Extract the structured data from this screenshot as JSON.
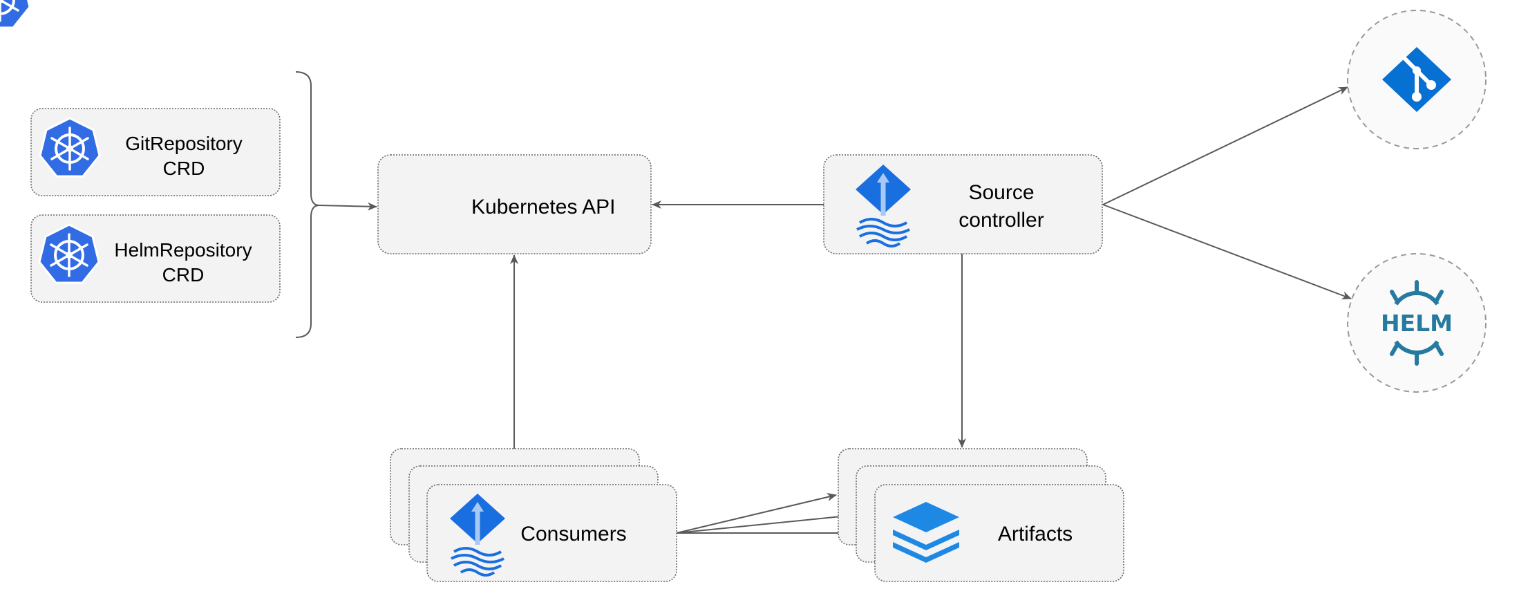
{
  "nodes": {
    "git_repository": {
      "line1": "GitRepository",
      "line2": "CRD",
      "icon": "kubernetes-icon"
    },
    "helm_repository": {
      "line1": "HelmRepository",
      "line2": "CRD",
      "icon": "kubernetes-icon"
    },
    "kubernetes_api": {
      "label": "Kubernetes API",
      "icon": "kubernetes-icon"
    },
    "source_controller": {
      "line1": "Source",
      "line2": "controller",
      "icon": "flux-icon"
    },
    "consumers": {
      "label": "Consumers",
      "icon": "flux-icon"
    },
    "artifacts": {
      "label": "Artifacts",
      "icon": "layers-icon"
    },
    "git": {
      "icon": "git-icon"
    },
    "helm": {
      "icon": "helm-icon",
      "logo_text": "HELM"
    }
  },
  "colors": {
    "kubernetes_blue": "#326ce5",
    "flux_blue": "#1a6fe0",
    "git_blue": "#0770d3",
    "helm_teal": "#277a9f",
    "layers_blue": "#1e88e5",
    "node_fill": "#f3f3f3",
    "edge": "#595959"
  }
}
